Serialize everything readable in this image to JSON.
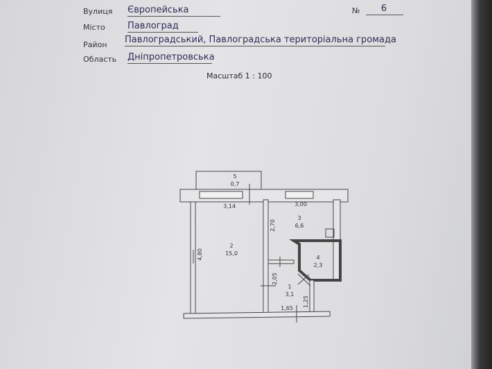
{
  "address": {
    "street_label": "Вулиця",
    "street": "Європейська",
    "number_label": "№",
    "number": "6",
    "city_label": "Місто",
    "city": "Павлоград",
    "district_label": "Район",
    "district": "Павлоградський, Павлоградська територіальна громада",
    "region_label": "Область",
    "region": "Дніпропетровська"
  },
  "scale": "Масштаб 1 : 100",
  "plan": {
    "rooms": [
      {
        "number": "1",
        "area": "3,1"
      },
      {
        "number": "2",
        "area": "15,0"
      },
      {
        "number": "3",
        "area": "6,6"
      },
      {
        "number": "4",
        "area": "2,3"
      },
      {
        "number": "5",
        "area": "0,7"
      }
    ],
    "dimensions": [
      "3,14",
      "3,00",
      "4,80",
      "2,70",
      "2,05",
      "1,25",
      "1,65"
    ]
  }
}
